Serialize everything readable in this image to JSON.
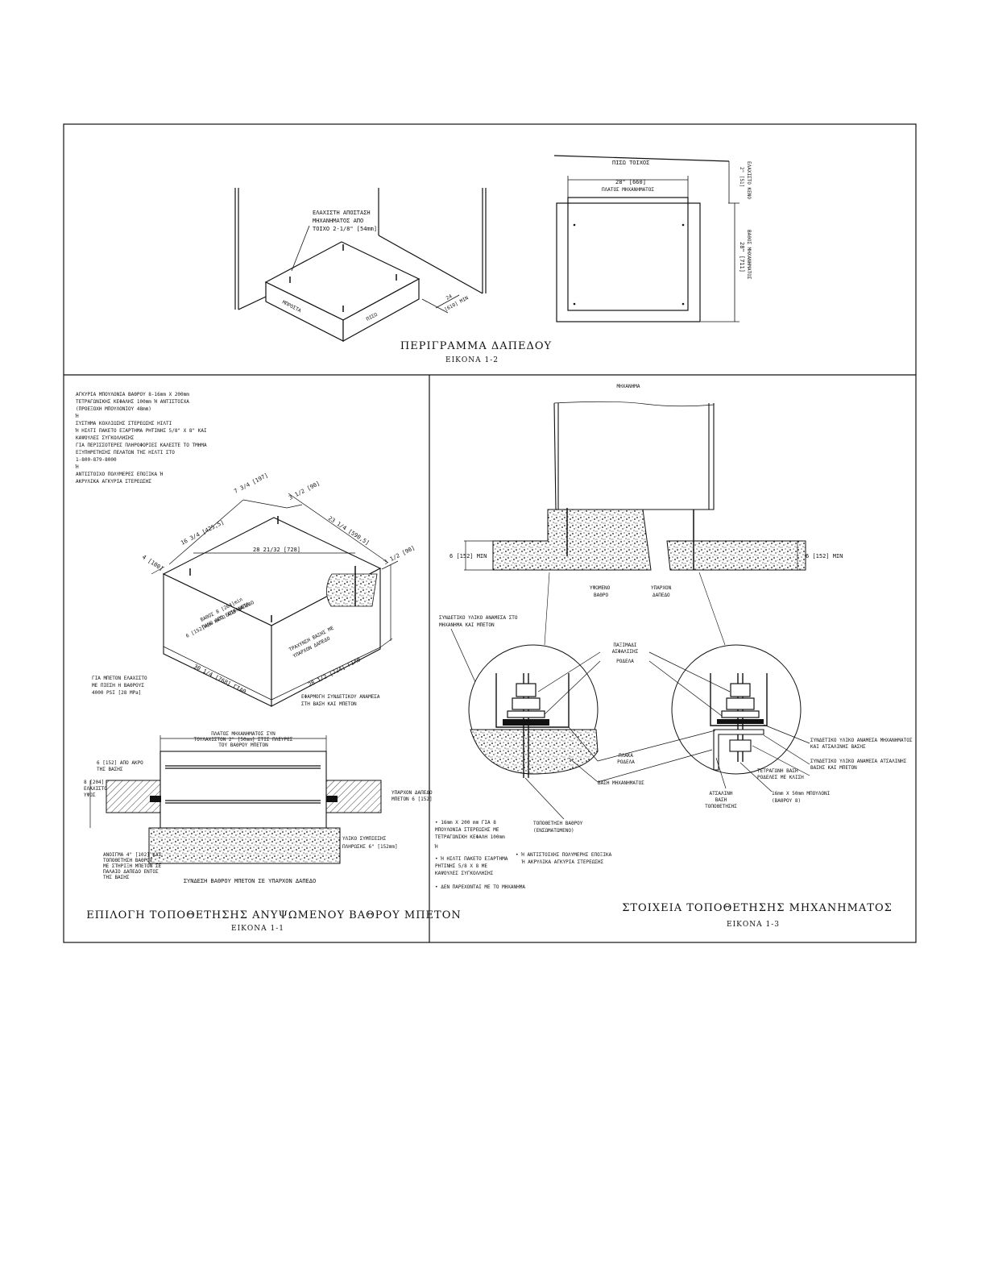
{
  "figure_1_2": {
    "title": "ΠΕΡΙΓΡΑΜΜΑ ΔΑΠΕΔΟΥ",
    "label": "ΕΙΚΟΝΑ 1-2",
    "iso_note": [
      "ΕΛΑΧΙΣΤΗ ΑΠΟΣΤΑΣΗ",
      "ΜΗΧΑΝΗΜΑΤΟΣ ΑΠΟ",
      "ΤΟΙΧΟ 2-1/8\" [54mm]"
    ],
    "iso_front": "ΜΠΡΟΣΤΑ",
    "iso_back": "ΠΙΣΩ",
    "iso_wall_clearance": [
      "24",
      "[610] MIN"
    ],
    "plan_wall": "ΠΙΣΩ ΤΟΙΧΟΣ",
    "plan_width": [
      "28\" [660]",
      "ΠΛΑΤΟΣ ΜΗΧΑΝΗΜΑΤΟΣ"
    ],
    "plan_depth": [
      "28\" [711]",
      "ΒΑΘΟΣ ΜΗΧΑΝΗΜΑΤΟΣ"
    ],
    "plan_min": [
      "2\" [51]",
      "ΕΛΑΧΙΣΤΟ ΚΕΝΟ"
    ]
  },
  "figure_1_1": {
    "title": "ΕΠΙΛΟΓΗ ΤΟΠΟΘΕΤΗΣΗΣ ΑΝΥΨΩΜΕΝΟΥ ΒΑΘΡΟΥ ΜΠΕΤΟΝ",
    "label": "ΕΙΚΟΝΑ 1-1",
    "notes": [
      "ΑΓΚΥΡΙΑ ΜΠΟΥΛΟΝΙΑ ΒΑΘΡΟΥ 8-16mm Χ 200mm",
      "ΤΕΤΡΑΓΩΝΙΚΗΣ ΚΕΦΑΛΗΣ 100mm Ή ΑΝΤΙΣΤΟΙΧΑ",
      "(ΠΡΟΕΞΟΧΗ ΜΠΟΥΛΟΝΙΟΥ 48mm)",
      "Ή",
      "ΣΥΣΤΗΜΑ ΚΟΧΛΙΩΣΗΣ ΣΤΕΡΕΩΣΗΣ ΗΙΛΤΙ",
      "Ή ΗΙΛΤΙ ΠΑΚΕΤΟ ΕΞΑΡΤΗΜΑ ΡΗΤΙΝΗΣ 5/8\" Χ 8\" ΚΑΙ",
      "ΚΑΨΟΥΛΕΣ ΣΥΓΚΟΛΛΗΣΗΣ",
      "ΓΙΑ ΠΕΡΙΣΣΟΤΕΡΕΣ ΠΛΗΡΟΦΟΡΙΕΣ ΚΑΛΕΣΤΕ ΤΟ ΤΜΗΜΑ",
      "ΕΞΥΠΗΡΕΤΗΣΗΣ ΠΕΛΑΤΩΝ ΤΗΣ ΗΙΛΤΙ ΣΤΟ",
      "1-800-879-8000",
      "Ή",
      "ΑΝΤΙΣΤΟΙΧΟ ΠΟΛΥΜΕΡΕΣ ΕΠΟΞΙΚΑ Ή",
      "ΑΚΡΥΛΙΚΑ ΑΓΚΥΡΙΑ ΣΤΕΡΕΩΣΗΣ"
    ],
    "dims": {
      "d1": "7 3/4 [197]",
      "d2": "3 1/2 [90]",
      "d3": "16 3/4 [425,5]",
      "d4": "23 1/4 [590,5]",
      "d5": "28 21/32 [728]",
      "d6": "4 [100]",
      "d7": "3 1/2 [90]",
      "d8": "30 1/4 [768] ΓΙΑΘ",
      "d9": "28 1/2 [724] ΓΙΑΘ"
    },
    "depth_note": [
      "ΒΑΘΟΣ 8 [204]min",
      "ΠΑΝΩ ΑΠΟ ΕΠΙΦΑΝΕΙΑ",
      "6 [152]min ΚΑΤΩ ΑΠΟ ΔΑΠΕΔΟ"
    ],
    "roughen_note": [
      "ΤΡΑΧΥΝΣΗ ΒΑΣΗΣ ΜΕ",
      "ΥΠΑΡΧΟΝ ΔΑΠΕΔΟ"
    ],
    "concrete_note": [
      "ΓΙΑ ΜΠΕΤΟΝ ΕΛΑΧΙΣΤΟ",
      "ΜΕ ΠΙΕΣΗ Η ΒΑΘΡΟΥΣ",
      "4000 PSI [28 MPa]"
    ],
    "joint_note": [
      "ΕΦΑΡΜΟΓΗ ΣΥΝΔΕΤΙΚΟΥ ΑΝΑΜΕΣΑ",
      "ΣΤΗ ΒΑΣΗ ΚΑΙ ΜΠΕΤΟΝ"
    ],
    "sec_top": [
      "ΠΛΑΤΟΣ ΜΗΧΑΝΗΜΑΤΟΣ ΣΥΝ",
      "ΤΟΥΛΑΧΙΣΤΟΝ 2\" [50mm] ΣΤΙΣ ΠΛΕΥΡΕΣ",
      "ΤΟΥ ΒΑΘΡΟΥ ΜΠΕΤΟΝ"
    ],
    "sec_left_a": [
      "6 [152] ΑΠΟ ΑΚΡΟ",
      "ΤΗΣ ΒΑΣΗΣ"
    ],
    "sec_left_b": [
      "8 [204]",
      "ΕΛΑΧΙΣΤΟ",
      "ΥΨΟΣ"
    ],
    "sec_right": [
      "ΥΠΑΡΧΟΝ ΔΑΠΕΔΟ",
      "ΜΠΕΤΟΝ 6 [152]"
    ],
    "sec_fill": [
      "ΥΛΙΚΟ ΣΥΜΠΙΕΣΗΣ",
      "ΠΛΗΡΩΣΗΣ 6\" [152mm]"
    ],
    "sec_lower": [
      "ΑΝΟΙΓΜΑ 4\" [102] ΚΑΙ",
      "ΤΟΠΟΘΕΤΗΣΗ ΒΑΘΡΟΥ",
      "ΜΕ ΣΤΗΡΙΞΗ ΜΠΕΤΟΝ ΣΕ",
      "ΠΑΛΑΙΟ ΔΑΠΕΔΟ ΕΝΤΟΣ",
      "ΤΗΣ ΒΑΣΗΣ"
    ],
    "sec_caption": "ΣΥΝΔΕΣΗ ΒΑΘΡΟΥ ΜΠΕΤΟΝ ΣΕ ΥΠΑΡΧΟΝ ΔΑΠΕΔΟ"
  },
  "figure_1_3": {
    "title": "ΣΤΟΙΧΕΙΑ ΤΟΠΟΘΕΤΗΣΗΣ ΜΗΧΑΝΗΜΑΤΟΣ",
    "label": "ΕΙΚΟΝΑ 1-3",
    "machine": "ΜΗΧΑΝΗΜΑ",
    "min_left": "6 [152] MIN",
    "min_right": "6 [152] MIN",
    "pedestal": [
      "ΥΨΩΜΕΝΟ",
      "ΒΑΘΡΟ"
    ],
    "floor": [
      "ΥΠΑΡΧΟΝ",
      "ΔΑΠΕΔΟ"
    ],
    "gap_note": [
      "ΣΥΝΔΕΤΙΚΟ ΥΛΙΚΟ ΑΝΑΜΕΣΑ ΣΤΟ",
      "ΜΗΧΑΝΗΜΑ ΚΑΙ ΜΠΕΤΟΝ"
    ],
    "nut": [
      "ΠΑΞΙΜΑΔΙ",
      "ΑΣΦΑΛΙΣΗΣ"
    ],
    "washer": "ΡΟΔΕΛΑ",
    "plate_washer": [
      "ΠΛΑΚΑ",
      "ΡΟΔΕΛΑ"
    ],
    "base": "ΒΑΣΗ ΜΗΧΑΝΗΜΑΤΟΣ",
    "anchor_note": [
      "ΤΟΠΟΘΕΤΗΣΗ ΒΑΘΡΟΥ",
      "(ΕΝΣΩΜΑΤΩΜΕΝΟ)"
    ],
    "r1": [
      "ΣΥΝΔΕΤΙΚΟ ΥΛΙΚΟ ΑΝΑΜΕΣΑ ΜΗΧΑΝΗΜΑΤΟΣ",
      "ΚΑΙ ΑΤΣΑΛΙΝΗΣ ΒΑΣΗΣ"
    ],
    "r2": [
      "ΣΥΝΔΕΤΙΚΟ ΥΛΙΚΟ ΑΝΑΜΕΣΑ ΑΤΣΑΛΙΝΗΣ",
      "ΒΑΣΗΣ ΚΑΙ ΜΠΕΤΟΝ"
    ],
    "r3": [
      "ΤΕΤΡΑΓΩΝΗ ΒΑΣΗ",
      "ΡΟΔΕΛΕΣ ΜΕ ΚΛΙΣΗ"
    ],
    "steel": [
      "ΑΤΣΑΛΙΝΗ",
      "ΒΑΣΗ",
      "ΤΟΠΟΘΕΤΗΣΗΣ"
    ],
    "bolt": [
      "16mm Χ 50mm ΜΠΟΥΛΟΝΙ",
      "(ΒΑΘΡΟΥ 8)"
    ],
    "bullets": [
      "• 16mm Χ 200 mm ΓΙΑ 8",
      "  ΜΠΟΥΛΟΝΙΑ ΣΤΕΡΕΩΣΗΣ ΜΕ",
      "  ΤΕΤΡΑΓΩΝΙΚΗ ΚΕΦΑΛΗ 100mm",
      "  Ή",
      "• Ή ΗΙΛΤΙ ΠΑΚΕΤΟ ΕΞΑΡΤΗΜΑ",
      "  ΡΗΤΙΝΗΣ 5/8 Χ 8 ΜΕ",
      "  ΚΑΨΟΥΛΕΣ ΣΥΓΚΟΛΛΗΣΗΣ",
      "• ΔΕΝ ΠΑΡΕΧΟΝΤΑΙ ΜΕ ΤΟ ΜΗΧΑΝΗΜΑ"
    ],
    "bullet_alt": [
      "• Ή ΑΝΤΙΣΤΟΙΧΗΣ ΠΟΛΥΜΕΡΗΣ ΕΠΟΞΙΚΑ",
      "Ή ΑΚΡΥΛΙΚΑ ΑΓΚΥΡΙΑ ΣΤΕΡΕΩΣΗΣ"
    ]
  },
  "colors": {
    "ink": "#111111",
    "paper": "#ffffff"
  }
}
